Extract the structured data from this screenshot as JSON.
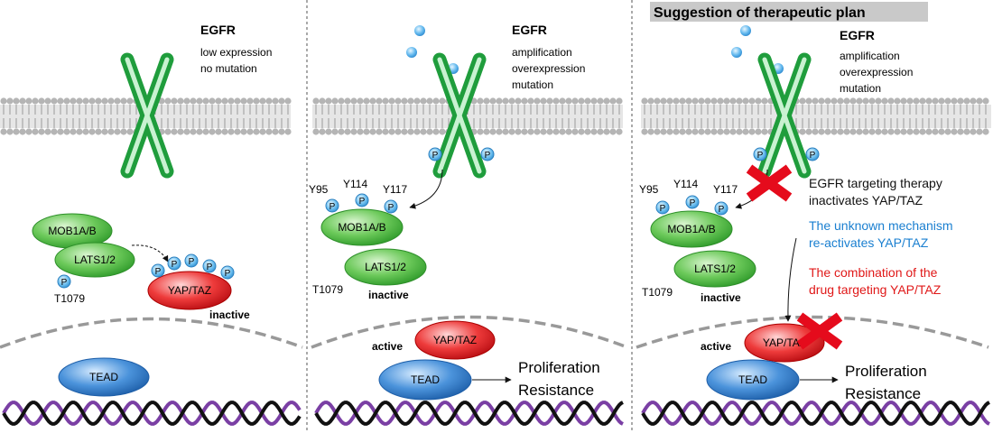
{
  "colors": {
    "membrane_lipid": "#b5b5b5",
    "receptor_green": "#2db84a",
    "oval_green": "#3fb53a",
    "oval_red": "#e0141c",
    "oval_blue": "#2a76c6",
    "phospho_blue": "#5ab3ea",
    "ligand_blue": "#49a7e4",
    "dna_black": "#111111",
    "dna_purple": "#7a3fa4",
    "inhibitor_red": "#e50b1c",
    "text_blue": "#1a7fd0",
    "text_red": "#e01818",
    "title_bg": "#c9c9c9"
  },
  "icons": {
    "receptor": "egfr-receptor-icon",
    "inhibition": "red-x-icon",
    "ligand": "ligand-dot-icon",
    "phosphate": "phosphate-icon"
  },
  "panel1": {
    "egfr_label": "EGFR",
    "egfr_desc_1": "low expression",
    "egfr_desc_2": "no mutation",
    "mob": "MOB1A/B",
    "lats": "LATS1/2",
    "yap": "YAP/TAZ",
    "tead": "TEAD",
    "site": "T1079",
    "state": "inactive",
    "phospho": "P"
  },
  "panel2": {
    "egfr_label": "EGFR",
    "egfr_desc_1": "amplification",
    "egfr_desc_2": "overexpression",
    "egfr_desc_3": "mutation",
    "mob": "MOB1A/B",
    "lats": "LATS1/2",
    "yap": "YAP/TAZ",
    "tead": "TEAD",
    "site_y95": "Y95",
    "site_y114": "Y114",
    "site_y117": "Y117",
    "site_t1079": "T1079",
    "state_inactive": "inactive",
    "state_active": "active",
    "outcome_1": "Proliferation",
    "outcome_2": "Resistance",
    "phospho": "P"
  },
  "panel3": {
    "title": "Suggestion of therapeutic plan",
    "egfr_label": "EGFR",
    "egfr_desc_1": "amplification",
    "egfr_desc_2": "overexpression",
    "egfr_desc_3": "mutation",
    "note_black_1": "EGFR targeting therapy",
    "note_black_2": "inactivates YAP/TAZ",
    "note_blue_1": "The unknown mechanism",
    "note_blue_2": "re-activates YAP/TAZ",
    "note_red_1": "The combination of the",
    "note_red_2": "drug targeting YAP/TAZ",
    "mob": "MOB1A/B",
    "lats": "LATS1/2",
    "yap": "YAP/TAZ",
    "tead": "TEAD",
    "site_y95": "Y95",
    "site_y114": "Y114",
    "site_y117": "Y117",
    "site_t1079": "T1079",
    "state_inactive": "inactive",
    "state_active": "active",
    "outcome_1": "Proliferation",
    "outcome_2": "Resistance",
    "phospho": "P"
  }
}
